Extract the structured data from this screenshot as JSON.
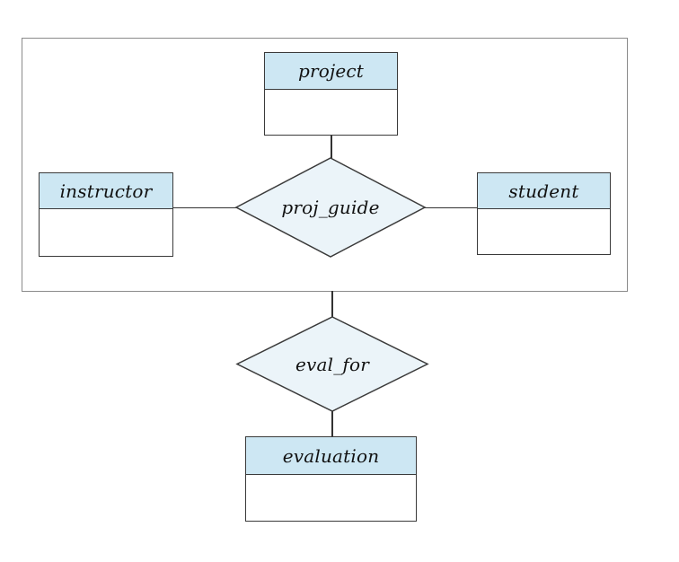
{
  "diagram": {
    "kind": "er-diagram-aggregation",
    "entities": [
      {
        "id": "project",
        "label": "project"
      },
      {
        "id": "instructor",
        "label": "instructor"
      },
      {
        "id": "student",
        "label": "student"
      },
      {
        "id": "evaluation",
        "label": "evaluation"
      }
    ],
    "relationships": [
      {
        "id": "proj_guide",
        "label": "proj_guide"
      },
      {
        "id": "eval_for",
        "label": "eval_for"
      }
    ],
    "aggregation": {
      "contains": [
        "project",
        "instructor",
        "student",
        "proj_guide"
      ],
      "connects_to": "eval_for"
    },
    "connections": [
      {
        "from": "project",
        "to": "proj_guide"
      },
      {
        "from": "instructor",
        "to": "proj_guide"
      },
      {
        "from": "proj_guide",
        "to": "student"
      },
      {
        "from": "aggregation",
        "to": "eval_for"
      },
      {
        "from": "eval_for",
        "to": "evaluation"
      }
    ]
  },
  "colors": {
    "entity-header-fill": "#cde7f3",
    "entity-body-fill": "#ffffff",
    "diamond-fill": "#ebf4f9",
    "entity-border": "#3a3a3a",
    "aggregation-border": "#8a8a8a",
    "connector": "#333333",
    "text": "#111111",
    "page-bg": "#ffffff"
  }
}
